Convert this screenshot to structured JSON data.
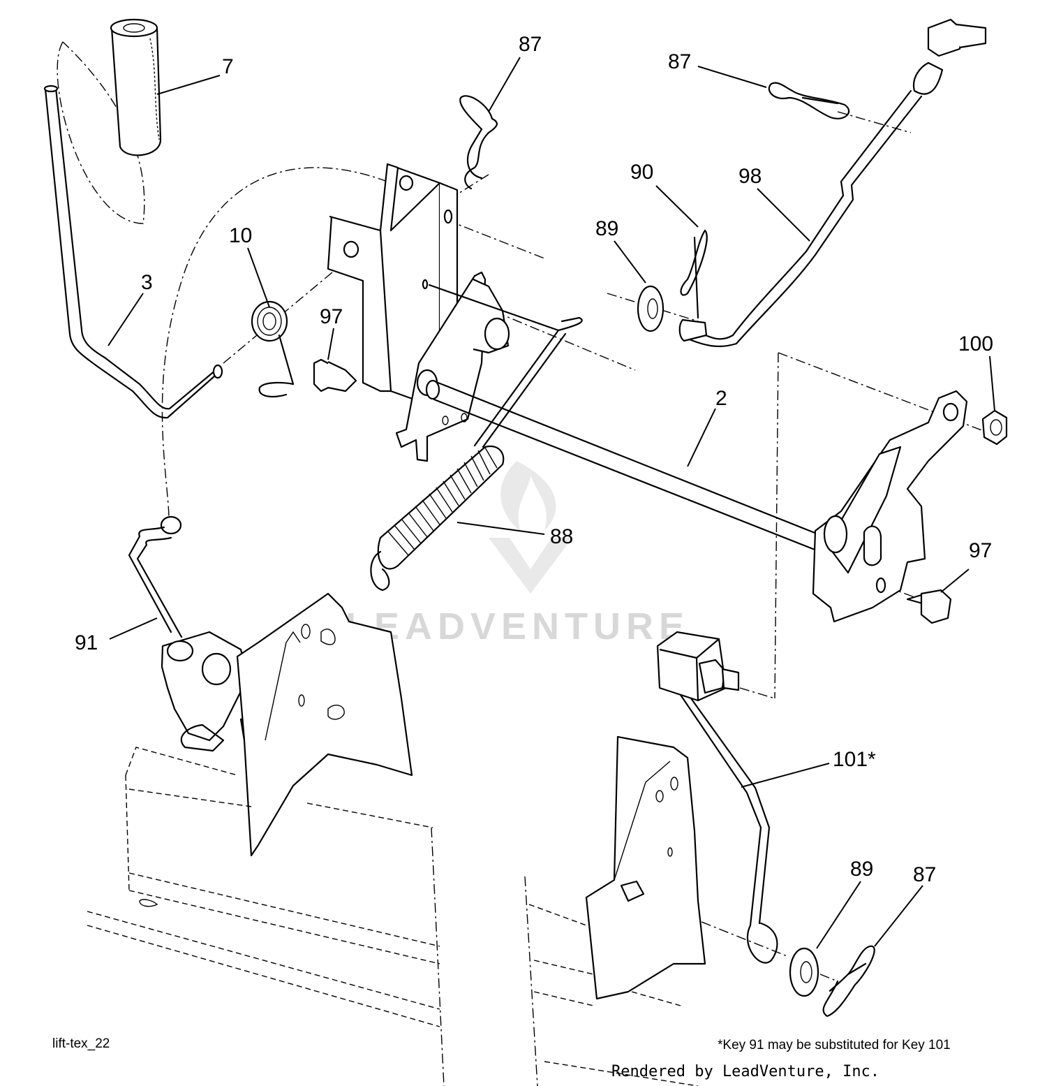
{
  "diagram": {
    "callouts": [
      {
        "id": "c7",
        "label": "7"
      },
      {
        "id": "c87a",
        "label": "87"
      },
      {
        "id": "c87b",
        "label": "87"
      },
      {
        "id": "c90",
        "label": "90"
      },
      {
        "id": "c98",
        "label": "98"
      },
      {
        "id": "c89a",
        "label": "89"
      },
      {
        "id": "c10",
        "label": "10"
      },
      {
        "id": "c3",
        "label": "3"
      },
      {
        "id": "c97a",
        "label": "97"
      },
      {
        "id": "c100",
        "label": "100"
      },
      {
        "id": "c2",
        "label": "2"
      },
      {
        "id": "c88",
        "label": "88"
      },
      {
        "id": "c97b",
        "label": "97"
      },
      {
        "id": "c91",
        "label": "91"
      },
      {
        "id": "c101",
        "label": "101*"
      },
      {
        "id": "c89b",
        "label": "89"
      },
      {
        "id": "c87c",
        "label": "87"
      }
    ],
    "watermark": "LEADVENTURE"
  },
  "footer": {
    "image_id": "lift-tex_22",
    "note": "*Key 91 may be substituted for Key 101",
    "credit": "Rendered by LeadVenture, Inc."
  }
}
